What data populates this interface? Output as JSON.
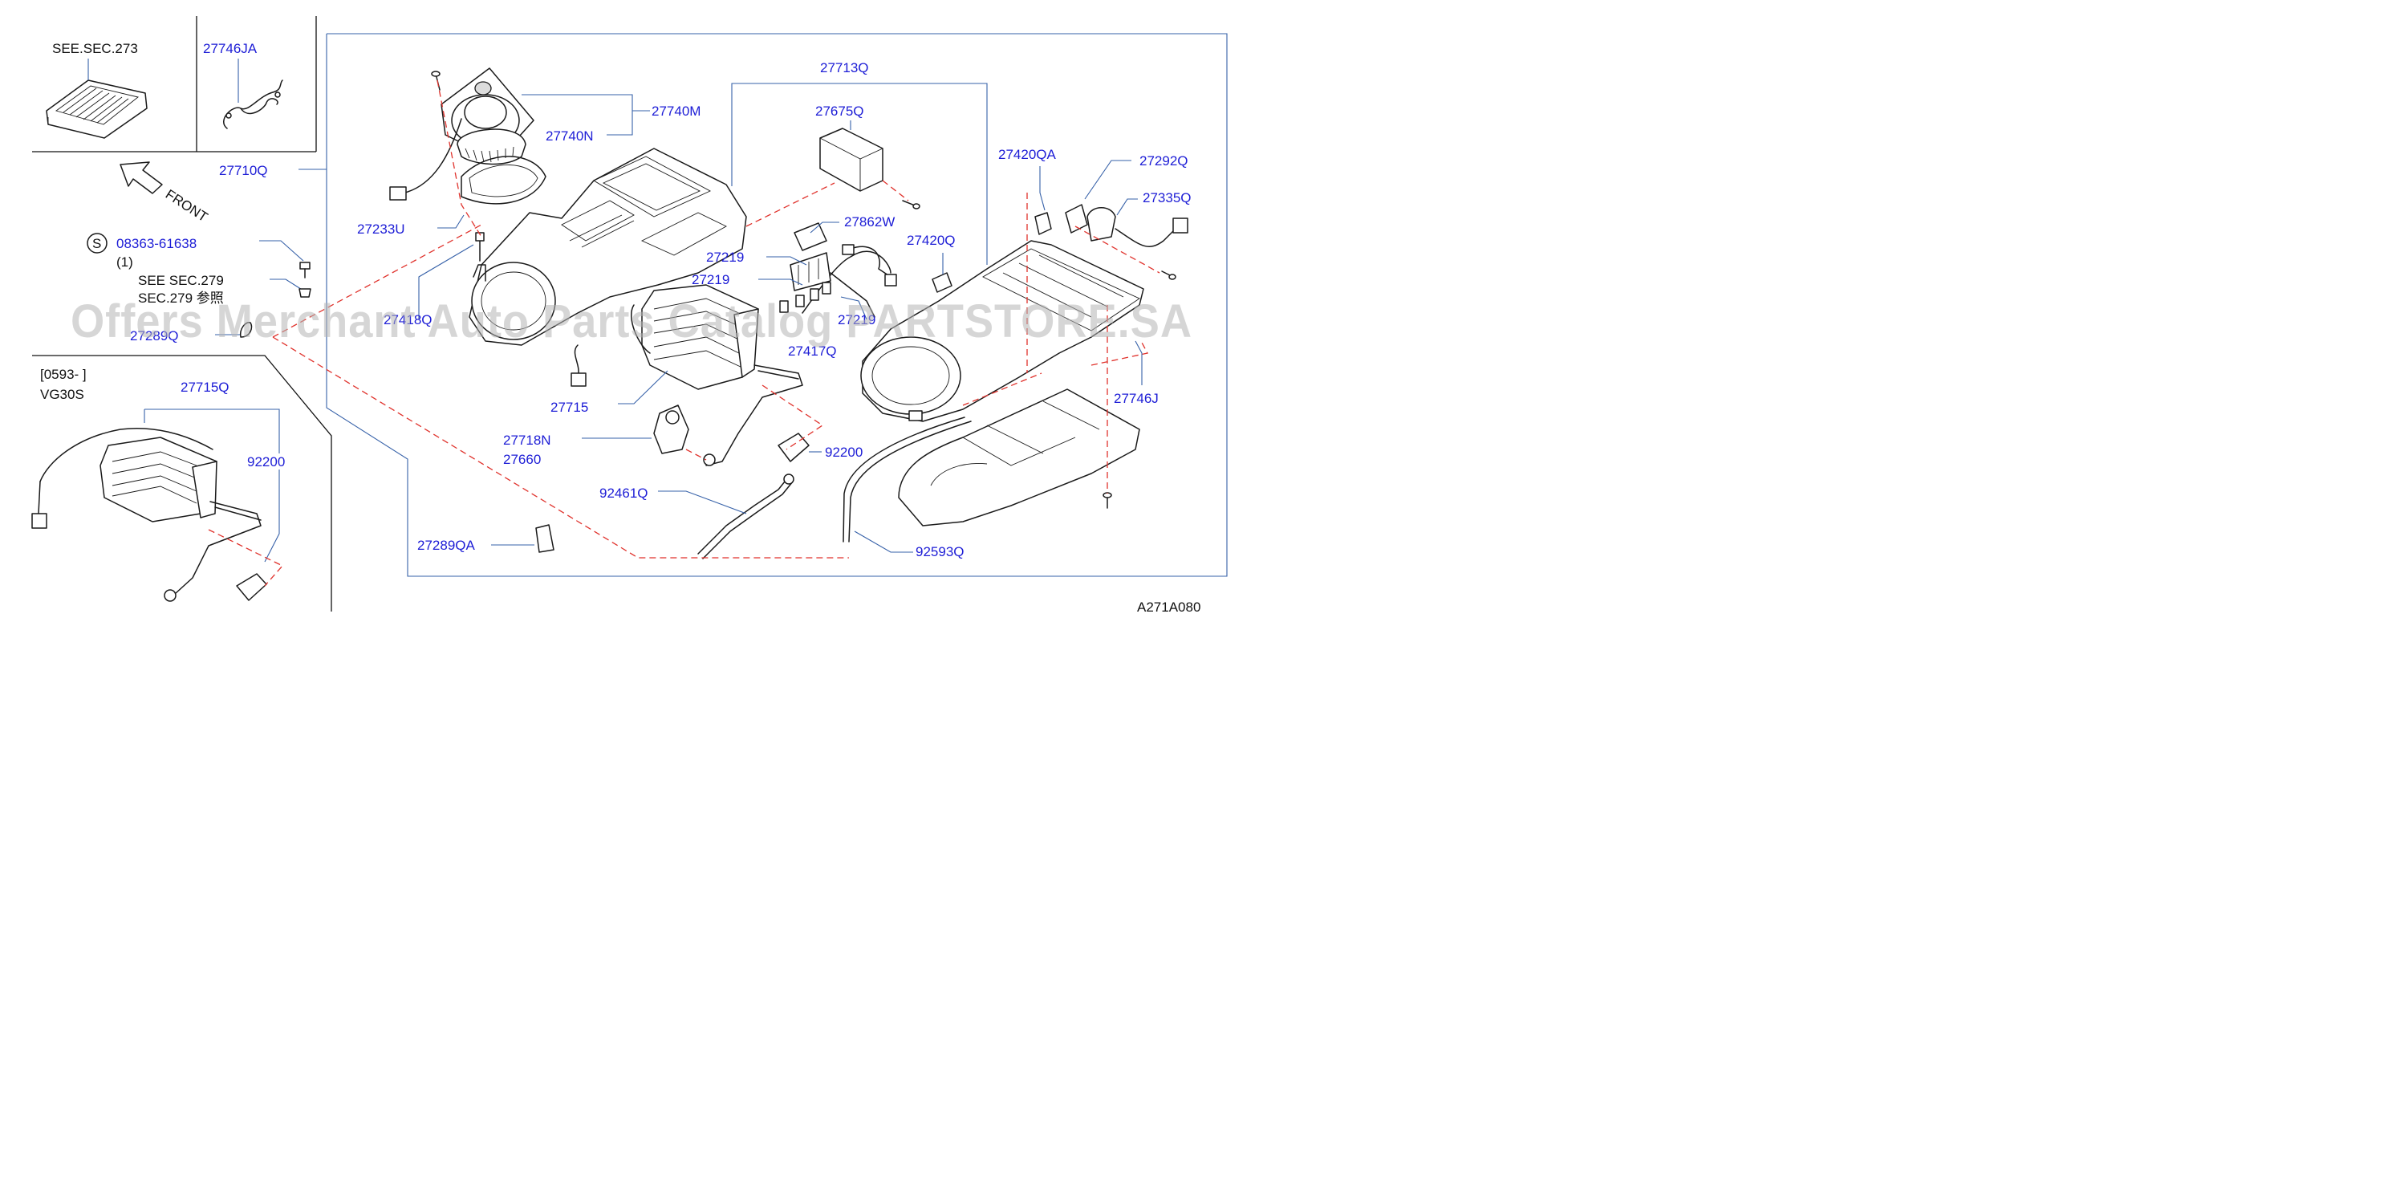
{
  "labels": {
    "see_sec_273": "SEE.SEC.273",
    "p27746JA": "27746JA",
    "p27710Q": "27710Q",
    "front": "FRONT",
    "circled_s": "S",
    "p08363": "08363-61638",
    "qty_1": "(1)",
    "see_sec_279": "SEE   SEC.279",
    "sec_279_jp": "SEC.279   参照",
    "p27289Q": "27289Q",
    "date_range": "[0593-                    ]",
    "engine": "VG30S",
    "p27715Q": "27715Q",
    "p92200_left": "92200",
    "p27740M": "27740M",
    "p27740N": "27740N",
    "p27233U": "27233U",
    "p27713Q": "27713Q",
    "p27675Q": "27675Q",
    "p27862W": "27862W",
    "p27219_a": "27219",
    "p27219_b": "27219",
    "p27219_c": "27219",
    "p27418Q": "27418Q",
    "p27417Q": "27417Q",
    "p27715": "27715",
    "p27718N": "27718N",
    "p27660": "27660",
    "p92200": "92200",
    "p92461Q": "92461Q",
    "p27289QA": "27289QA",
    "p92593Q": "92593Q",
    "p27420QA": "27420QA",
    "p27292Q": "27292Q",
    "p27335Q": "27335Q",
    "p27420Q": "27420Q",
    "p27746J": "27746J",
    "diagram_id": "A271A080"
  },
  "watermark": "Offers Merchant Auto Parts Catalog PARTSTORE.SA",
  "colors": {
    "label_blue": "#1d1dd6",
    "leader_blue": "#3560a8",
    "dashed_red": "#e0322c",
    "watermark_gray": "#b4b4b4"
  }
}
